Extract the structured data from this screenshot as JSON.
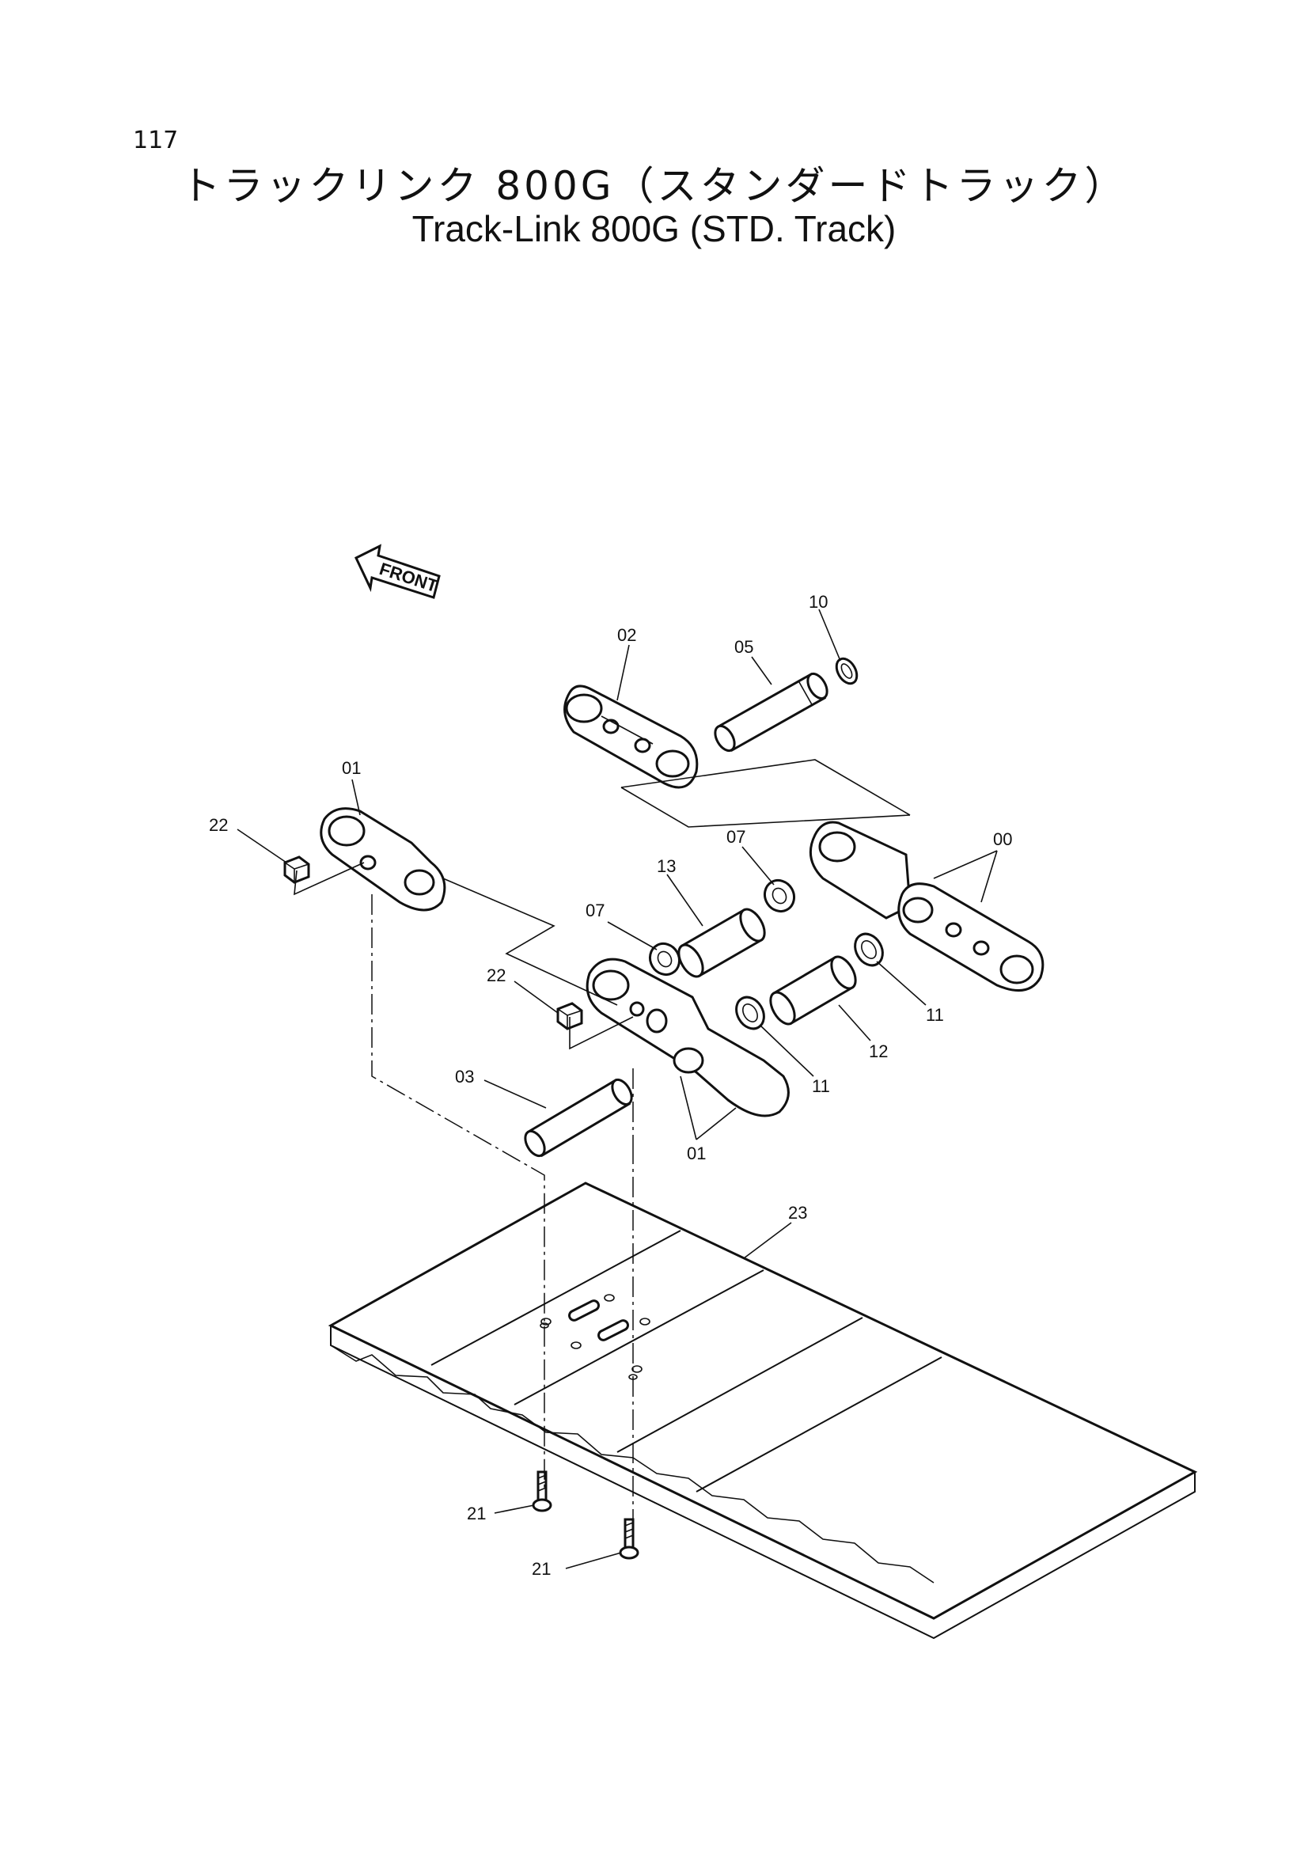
{
  "page": {
    "number": "117"
  },
  "title": {
    "japanese": "トラックリンク 800G（スタンダードトラック）",
    "english": "Track-Link 800G (STD. Track)"
  },
  "front_arrow": {
    "label": "FRONT"
  },
  "callouts": {
    "c00": "00",
    "c01a": "01",
    "c01b": "01",
    "c02": "02",
    "c03": "03",
    "c05": "05",
    "c07a": "07",
    "c07b": "07",
    "c10": "10",
    "c11a": "11",
    "c11b": "11",
    "c12": "12",
    "c13": "13",
    "c21a": "21",
    "c21b": "21",
    "c22a": "22",
    "c22b": "22",
    "c23": "23"
  }
}
